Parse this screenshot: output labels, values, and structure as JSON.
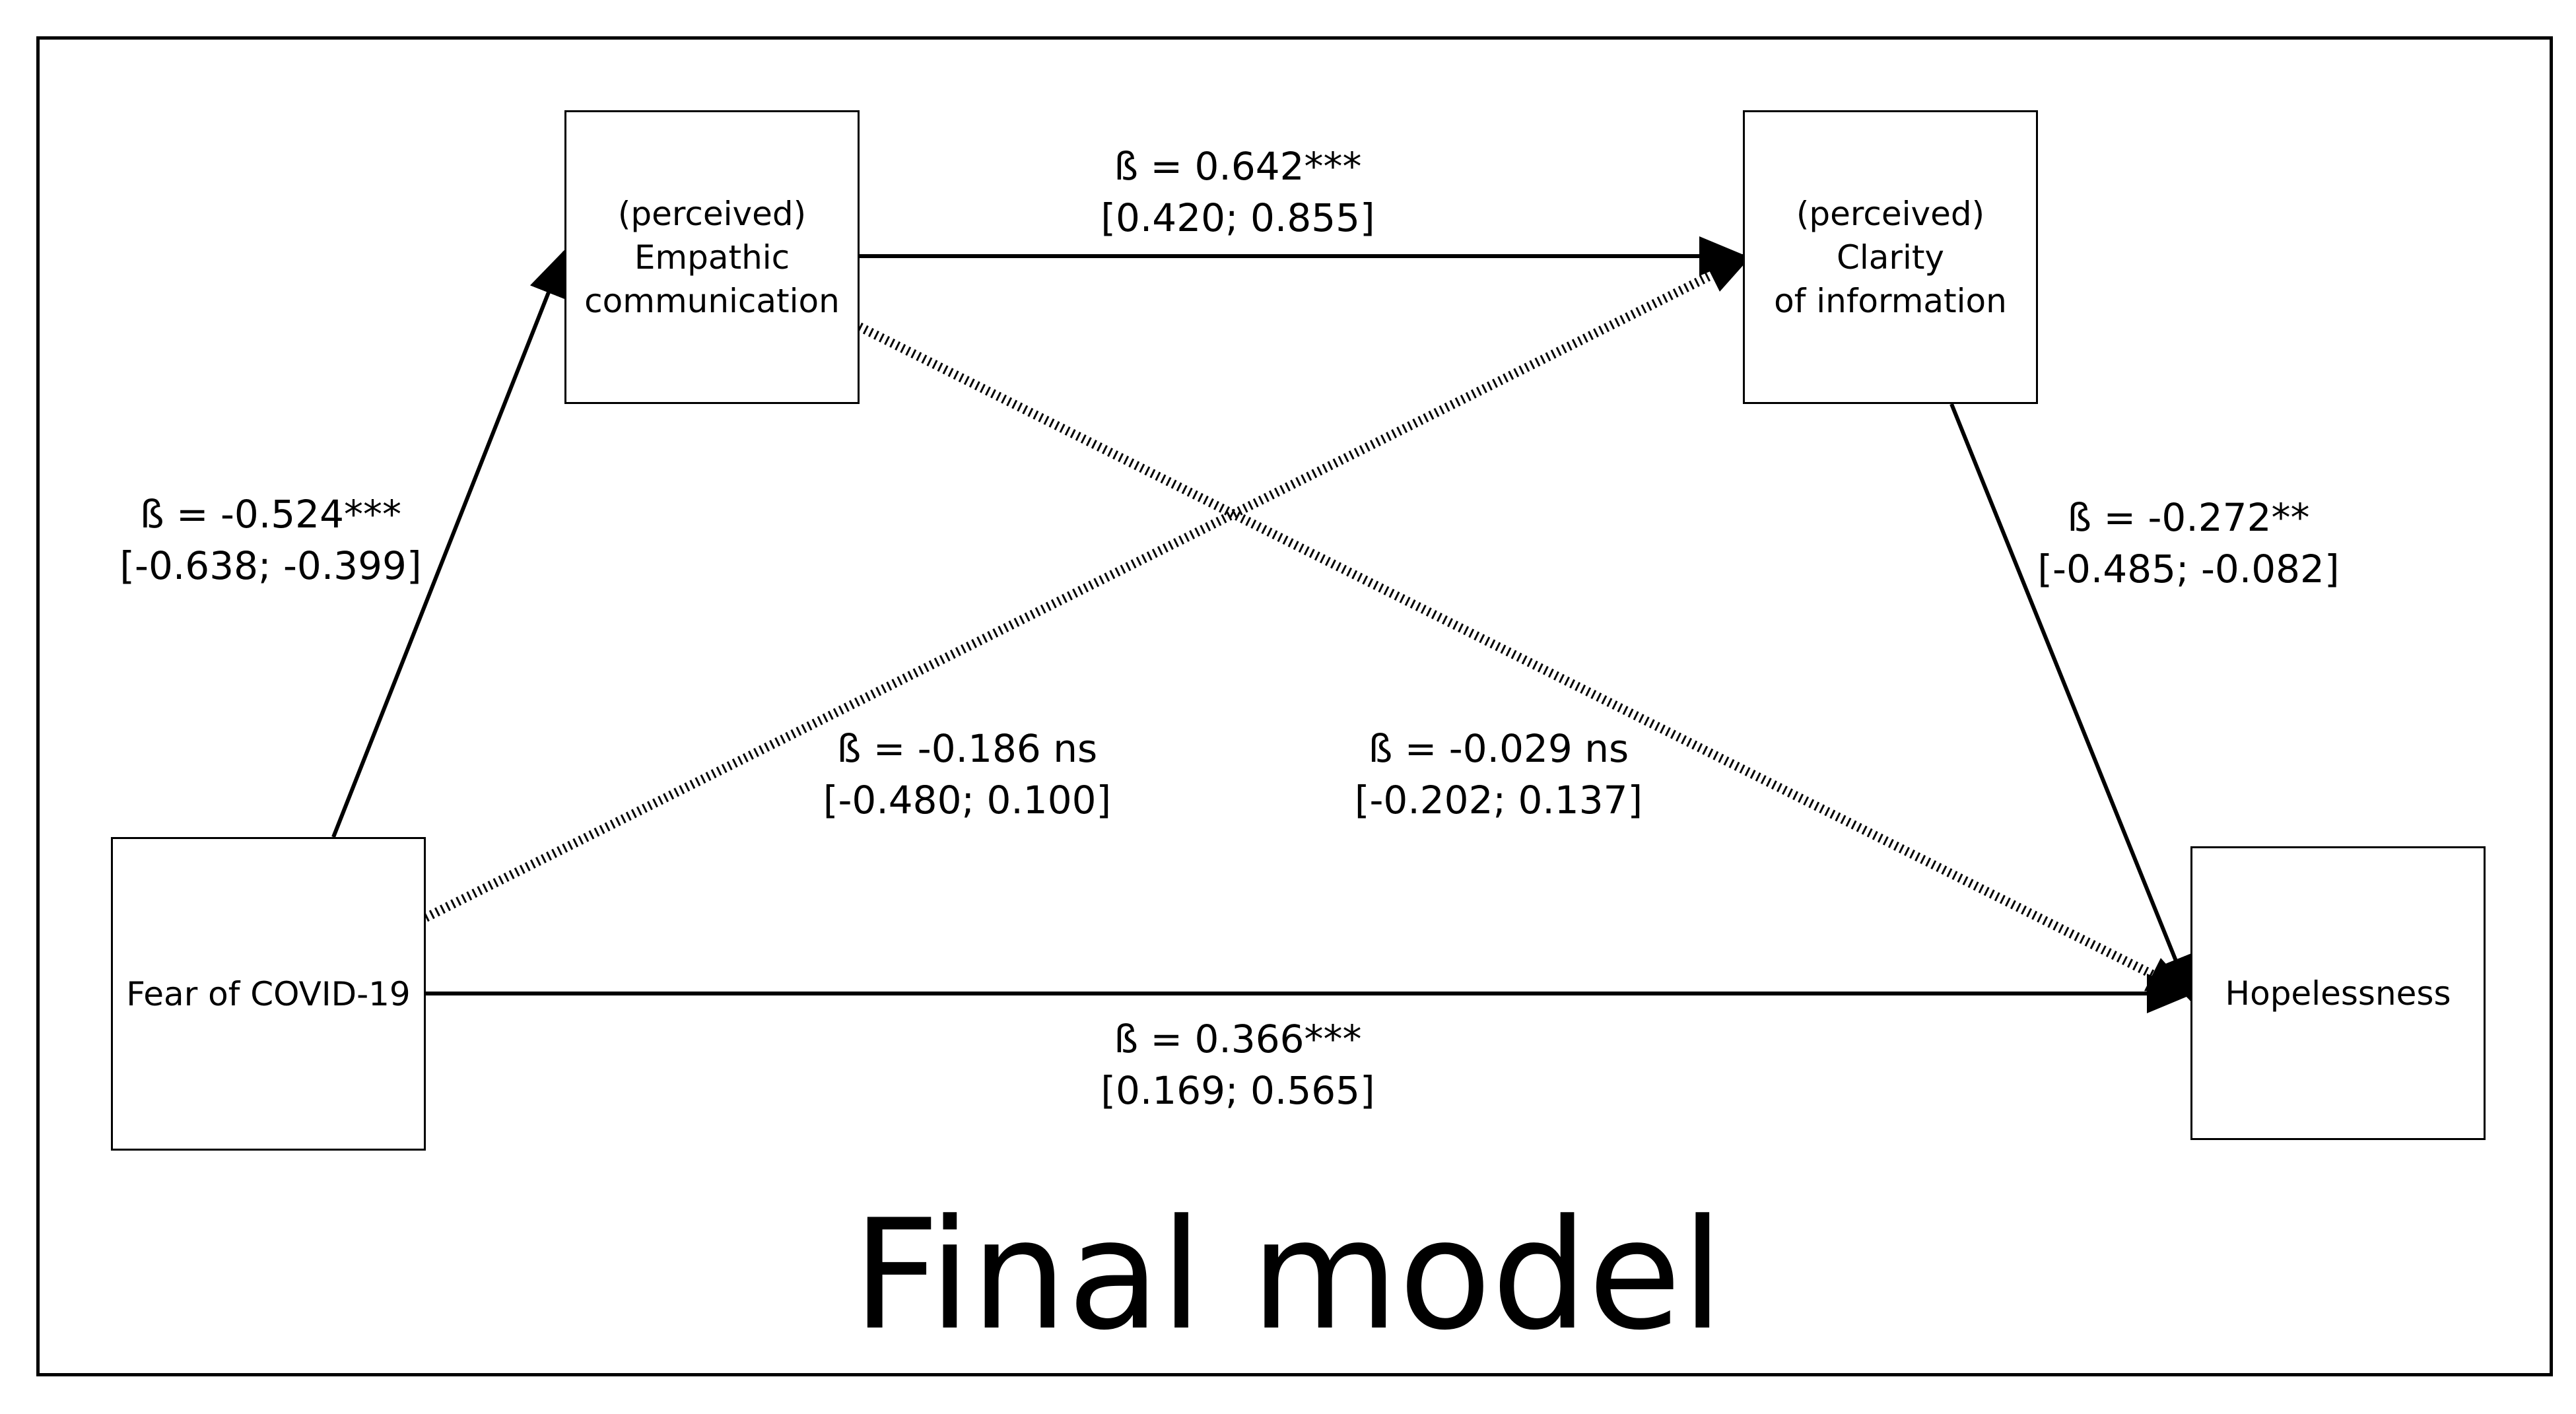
{
  "title": "Final model",
  "nodes": {
    "empathic": {
      "label": "(perceived)\nEmpathic\ncommunication"
    },
    "clarity": {
      "label": "(perceived)\nClarity\nof information"
    },
    "fear": {
      "label": "Fear of COVID-19"
    },
    "hopelessness": {
      "label": "Hopelessness"
    }
  },
  "paths": {
    "fear_to_empathic": {
      "beta": "ß = -0.524***",
      "ci": "[-0.638; -0.399]",
      "significant": true
    },
    "empathic_to_clarity": {
      "beta": "ß = 0.642***",
      "ci": "[0.420; 0.855]",
      "significant": true
    },
    "clarity_to_hopelessness": {
      "beta": "ß = -0.272**",
      "ci": "[-0.485; -0.082]",
      "significant": true
    },
    "fear_to_clarity": {
      "beta": "ß = -0.186 ns",
      "ci": "[-0.480; 0.100]",
      "significant": false
    },
    "empathic_to_hopelessness": {
      "beta": "ß = -0.029 ns",
      "ci": "[-0.202; 0.137]",
      "significant": false
    },
    "fear_to_hopelessness": {
      "beta": "ß = 0.366***",
      "ci": "[0.169; 0.565]",
      "significant": true
    }
  }
}
